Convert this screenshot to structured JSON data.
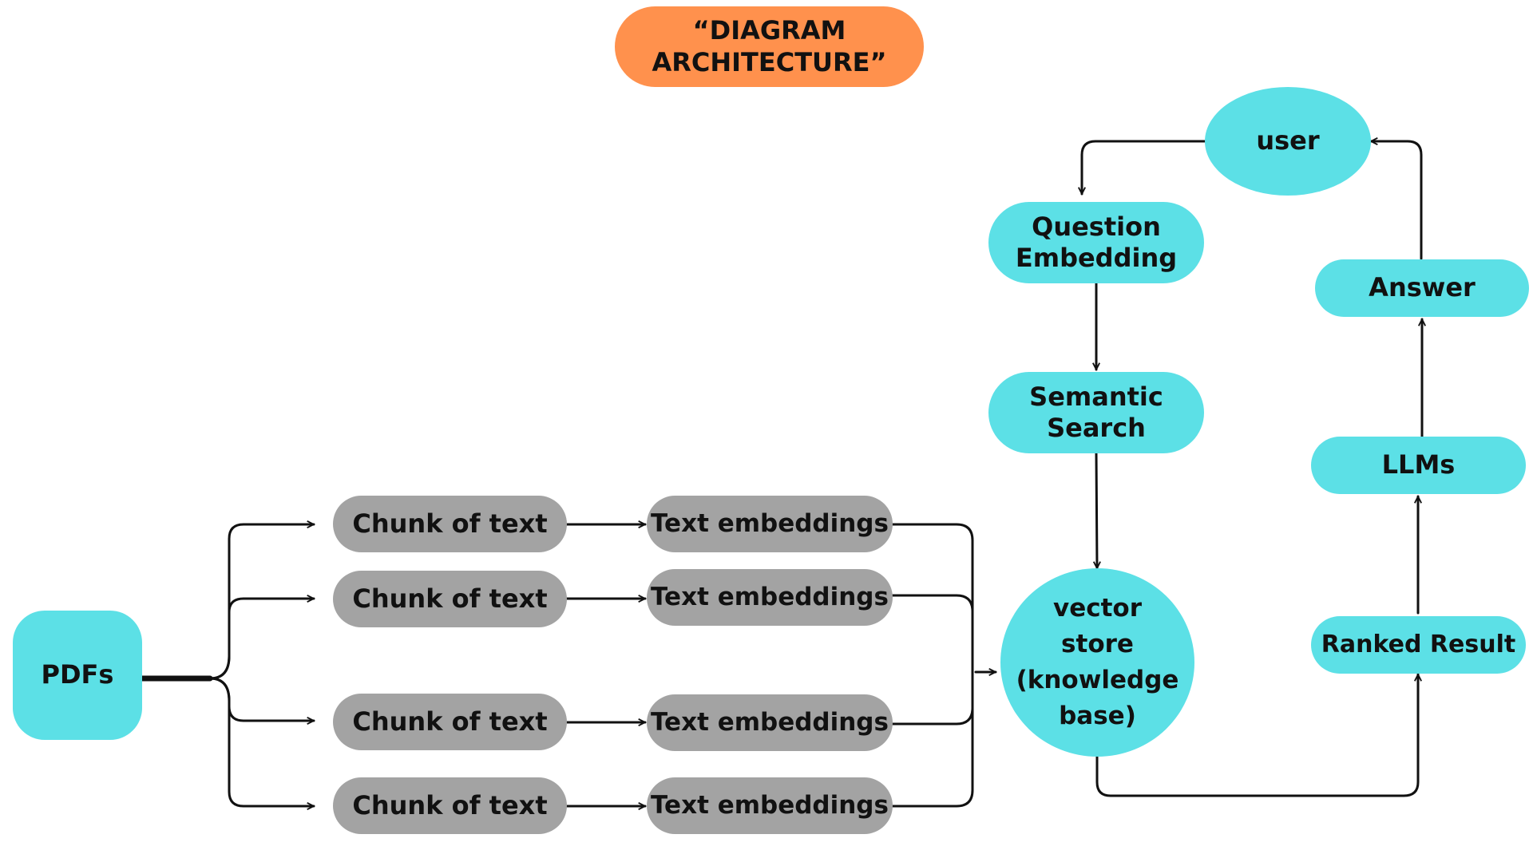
{
  "title": {
    "line1": "“DIAGRAM",
    "line2": "ARCHITECTURE”"
  },
  "source": {
    "label": "PDFs"
  },
  "chunks": [
    {
      "chunk_label": "Chunk of text",
      "embedding_label": "Text embeddings"
    },
    {
      "chunk_label": "Chunk of text",
      "embedding_label": "Text embeddings"
    },
    {
      "chunk_label": "Chunk of text",
      "embedding_label": "Text embeddings"
    },
    {
      "chunk_label": "Chunk of text",
      "embedding_label": "Text embeddings"
    }
  ],
  "vector_store": {
    "line1": "vector",
    "line2": "store",
    "line3": "(knowledge",
    "line4": "base)"
  },
  "user": {
    "label": "user"
  },
  "question_embedding": {
    "line1": "Question",
    "line2": "Embedding"
  },
  "semantic_search": {
    "line1": "Semantic",
    "line2": "Search"
  },
  "ranked_result": {
    "label": "Ranked Result"
  },
  "llms": {
    "label": "LLMs"
  },
  "answer": {
    "label": "Answer"
  },
  "colors": {
    "primary_nodes": "#5ce0e6",
    "chunk_nodes": "#a3a3a3",
    "title_badge": "#ff914d",
    "arrows": "#111111"
  }
}
